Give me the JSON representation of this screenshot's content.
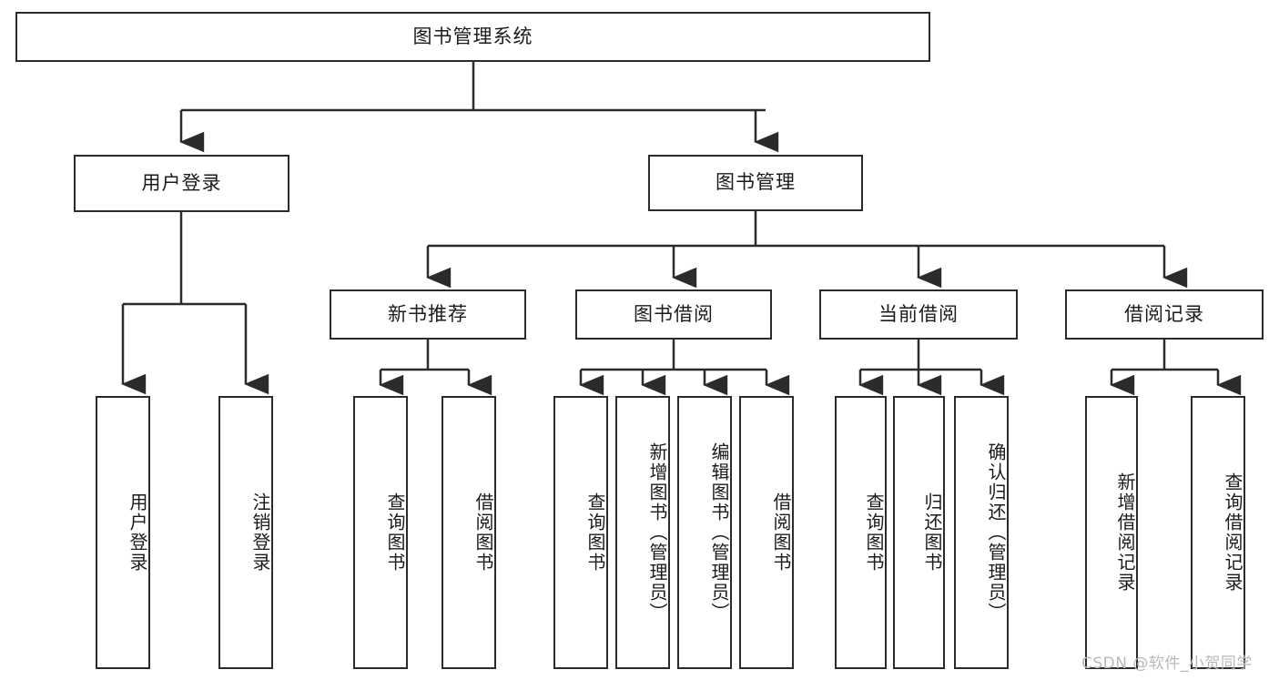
{
  "diagram": {
    "type": "tree-hierarchy-chart",
    "title": "图书管理系统",
    "stroke_color": "#2b2b2b",
    "background_color": "#ffffff",
    "root": {
      "label": "图书管理系统",
      "children": [
        {
          "label": "用户登录",
          "children": [
            {
              "label": "用户登录"
            },
            {
              "label": "注销登录"
            }
          ]
        },
        {
          "label": "图书管理",
          "children": [
            {
              "label": "新书推荐",
              "children": [
                {
                  "label": "查询图书"
                },
                {
                  "label": "借阅图书"
                }
              ]
            },
            {
              "label": "图书借阅",
              "children": [
                {
                  "label": "查询图书"
                },
                {
                  "label": "新增图书（管理员）"
                },
                {
                  "label": "编辑图书（管理员）"
                },
                {
                  "label": "借阅图书"
                }
              ]
            },
            {
              "label": "当前借阅",
              "children": [
                {
                  "label": "查询图书"
                },
                {
                  "label": "归还图书"
                },
                {
                  "label": "确认归还（管理员）"
                }
              ]
            },
            {
              "label": "借阅记录",
              "children": [
                {
                  "label": "新增借阅记录"
                },
                {
                  "label": "查询借阅记录"
                }
              ]
            }
          ]
        }
      ]
    }
  },
  "nodes": {
    "root": "图书管理系统",
    "l1": {
      "user_login": "用户登录",
      "book_manage": "图书管理"
    },
    "l2": {
      "new_book_rec": "新书推荐",
      "book_borrow": "图书借阅",
      "current_borrow": "当前借阅",
      "borrow_record": "借阅记录"
    },
    "leaves": {
      "user_login_1": "用户登录",
      "user_login_2": "注销登录",
      "new_book_rec_1": "查询图书",
      "new_book_rec_2": "借阅图书",
      "book_borrow_1": "查询图书",
      "book_borrow_2": "新增图书（管理员）",
      "book_borrow_3": "编辑图书（管理员）",
      "book_borrow_4": "借阅图书",
      "current_borrow_1": "查询图书",
      "current_borrow_2": "归还图书",
      "current_borrow_3": "确认归还（管理员）",
      "borrow_record_1": "新增借阅记录",
      "borrow_record_2": "查询借阅记录"
    }
  },
  "watermark": {
    "text": "CSDN @软件_小贺同学",
    "color": "#b9b9b9"
  }
}
